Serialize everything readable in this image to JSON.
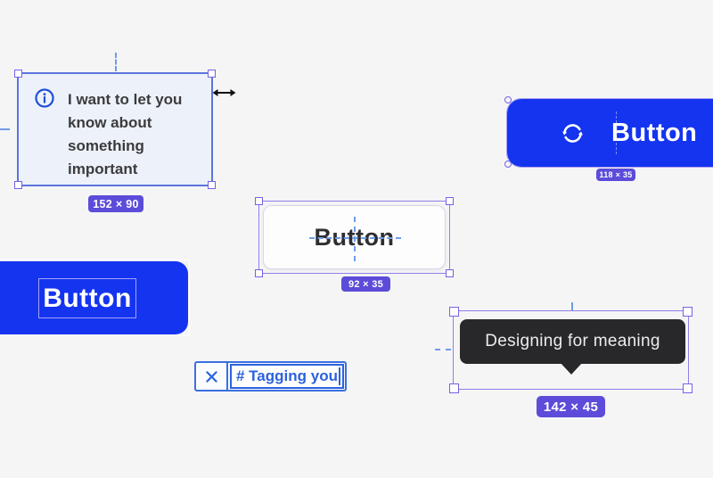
{
  "colors": {
    "accent_blue": "#1434f0",
    "badge_purple": "#5c4cd9",
    "selection_purple": "#8f7fe8",
    "tag_blue": "#2b62dd",
    "tooltip_dark": "#28282b",
    "card_background": "#edf1f9"
  },
  "notification_card": {
    "lines": [
      "I want to let you",
      "know about",
      "something",
      "important"
    ],
    "size_label": "152 × 90"
  },
  "refresh_button": {
    "label": "Button",
    "size_label": "118 × 35"
  },
  "outline_button": {
    "label": "Button",
    "size_label": "92 × 35"
  },
  "primary_button": {
    "label": "Button"
  },
  "tag_chip": {
    "text": "# Tagging you"
  },
  "tooltip": {
    "text": "Designing for meaning",
    "size_label": "142 × 45"
  }
}
